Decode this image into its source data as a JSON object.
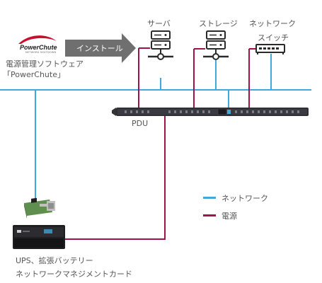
{
  "software": {
    "logo_text": "PowerChute",
    "logo_subtext": "NETWORK SHUTDOWN",
    "install_label": "インストール",
    "caption_line1": "電源管理ソフトウェア",
    "caption_line2": "「PowerChute」"
  },
  "devices": {
    "server_label": "サーバ",
    "storage_label": "ストレージ",
    "switch_label_line1": "ネットワーク",
    "switch_label_line2": "スイッチ"
  },
  "pdu": {
    "label": "PDU"
  },
  "ups": {
    "caption_line1": "UPS、拡張バッテリー",
    "caption_line2": "ネットワークマネジメントカード"
  },
  "legend": {
    "network_label": "ネットワーク",
    "power_label": "電源"
  },
  "colors": {
    "network": "#3fa9dc",
    "power": "#a1124d",
    "arrow": "#6f6f6f",
    "device": "#2b2b2b",
    "logo_swoosh": "#c8102e"
  }
}
